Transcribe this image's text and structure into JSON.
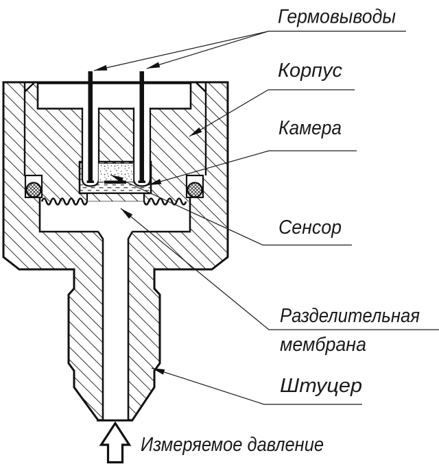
{
  "diagram": {
    "labels": {
      "hermetic_leads": "Гермовыводы",
      "housing": "Корпус",
      "chamber": "Камера",
      "sensor": "Сенсор",
      "membrane_line1": "Разделительная",
      "membrane_line2": "мембрана",
      "fitting": "Штуцер",
      "measured_pressure": "Измеряемое давление"
    },
    "colors": {
      "ink": "#111111",
      "background": "#ffffff"
    }
  }
}
